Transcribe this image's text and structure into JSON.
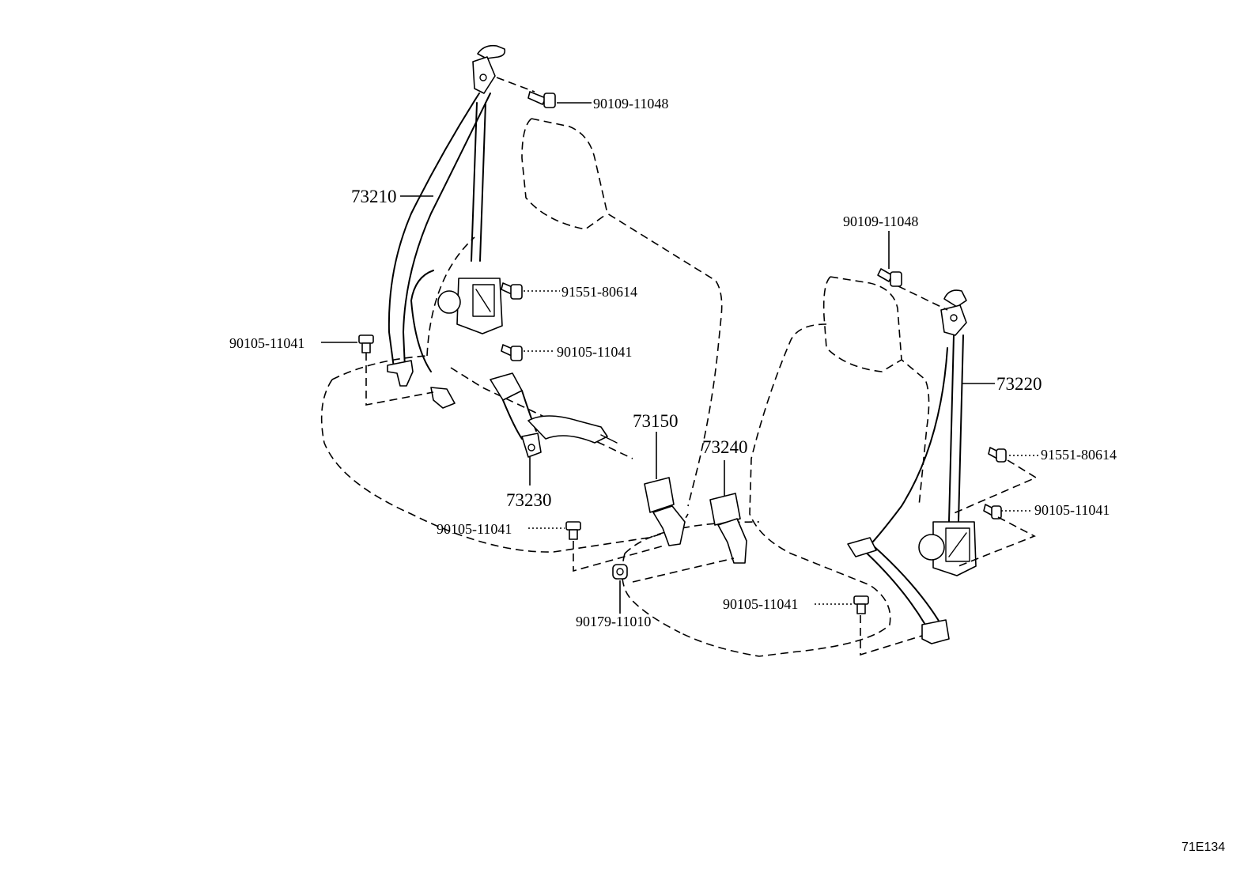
{
  "callouts": {
    "bolt_top_left": "90109-11048",
    "belt_front_left": "73210",
    "retractor_bolt_left": "91551-80614",
    "anchor_bolt_left_inner": "90105-11041",
    "anchor_bolt_left_outer": "90105-11041",
    "buckle_left": "73230",
    "buckle_center_a": "73150",
    "buckle_center_b": "73240",
    "anchor_bolt_center": "90105-11041",
    "nut_center": "90179-11010",
    "bolt_top_right": "90109-11048",
    "belt_front_right": "73220",
    "retractor_bolt_right": "91551-80614",
    "anchor_bolt_right_upper": "90105-11041",
    "anchor_bolt_right_lower": "90105-11041"
  },
  "figure_code": "71E134"
}
